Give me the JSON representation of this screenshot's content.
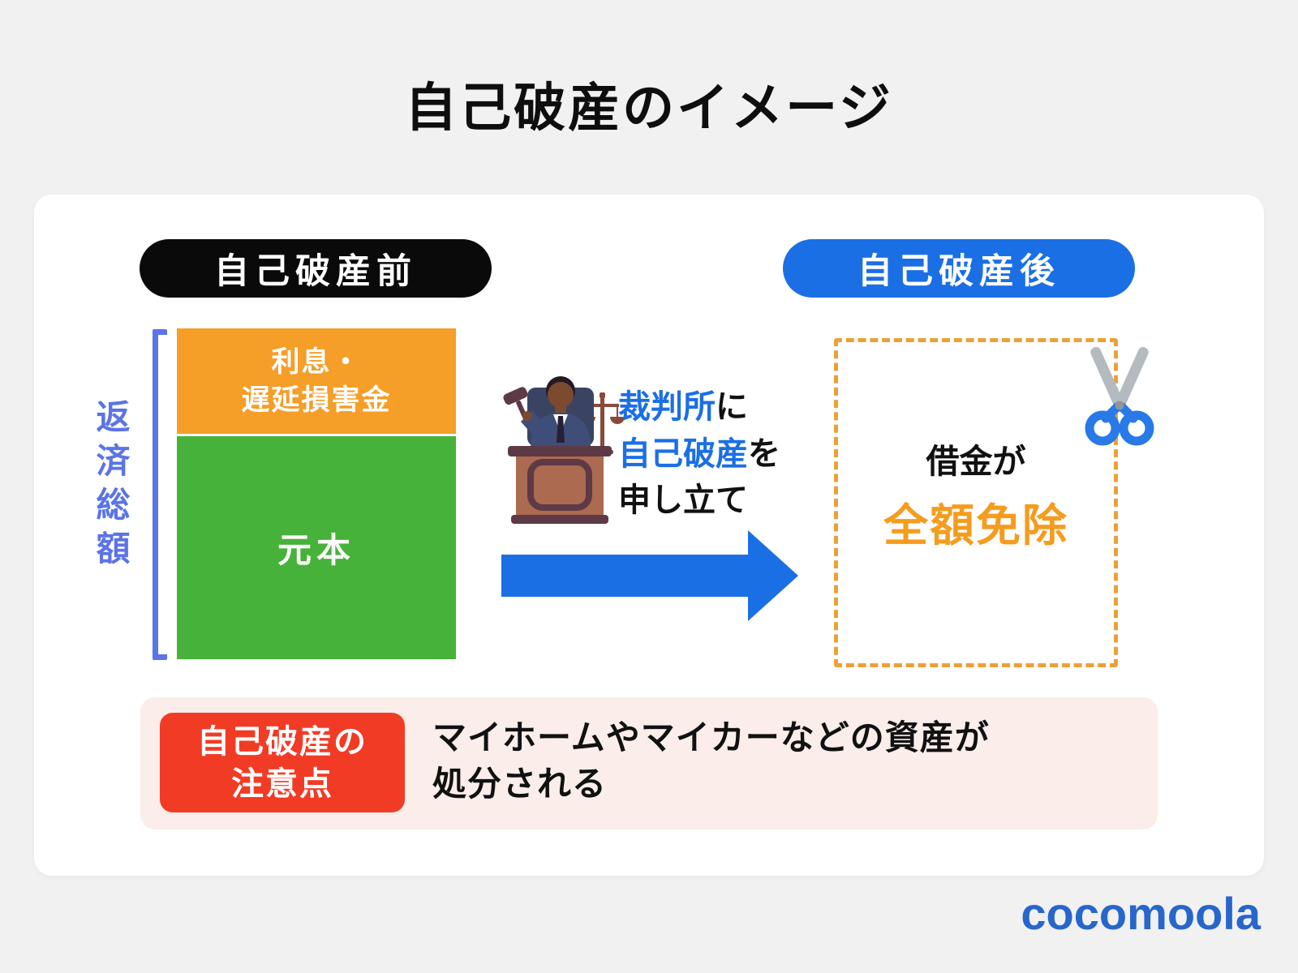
{
  "title": "自己破産のイメージ",
  "colors": {
    "background": "#F1F1F2",
    "card": "#FFFFFF",
    "accent_blue": "#1B6FE4",
    "bracket_blue": "#5B74E6",
    "interest_orange": "#F59E28",
    "principal_green": "#46B239",
    "dashed_orange": "#EBA038",
    "exempt_orange": "#F59C1E",
    "caution_red": "#F23B25",
    "caution_pink": "#FBEDE9",
    "pill_black": "#0A0A0A",
    "logo_blue": "#2766CB"
  },
  "before": {
    "label": "自己破産前",
    "bracket_label": "返済総額",
    "segments": [
      {
        "line1": "利息・",
        "line2": "遅延損害金",
        "color": "#F59E28"
      },
      {
        "label": "元本",
        "color": "#46B239"
      }
    ]
  },
  "process": {
    "judge_icon": "judge-at-podium-with-gavel-and-scales",
    "line1_highlight": "裁判所",
    "line1_rest": "に",
    "line2_highlight": "自己破産",
    "line2_rest": "を",
    "line3": "申し立て",
    "arrow_icon": "right-arrow"
  },
  "after": {
    "label": "自己破産後",
    "scissors_icon": "scissors",
    "result_line1": "借金が",
    "result_line2": "全額免除"
  },
  "caution": {
    "box_line1": "自己破産の",
    "box_line2": "注意点",
    "text_line1": "マイホームやマイカーなどの資産が",
    "text_line2": "処分される"
  },
  "footer": {
    "logo": "cocomoola"
  }
}
